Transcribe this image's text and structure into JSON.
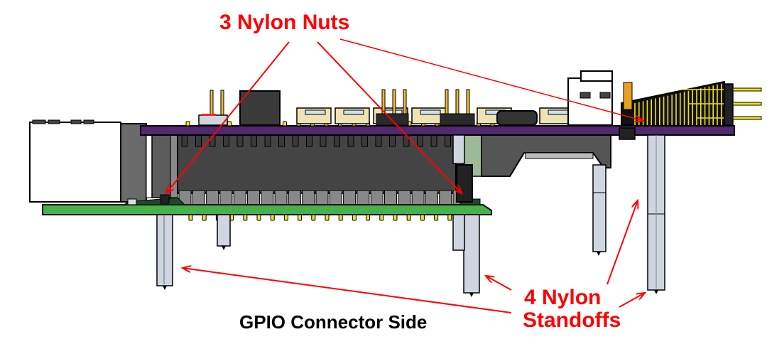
{
  "diagram": {
    "title": "Raspberry Pi add-on board stack - side view",
    "callouts": {
      "nuts": {
        "text": "3 Nylon Nuts",
        "count": 3,
        "color": "#ff0000"
      },
      "standoffs": {
        "line1": "4 Nylon",
        "line2": "Standoffs",
        "count": 4,
        "color": "#ff0000"
      },
      "gpio_side": {
        "text": "GPIO Connector Side",
        "color": "#000000"
      }
    },
    "components": {
      "top_board": {
        "name": "add-on board",
        "color": "#4f2a6e"
      },
      "bottom_board": {
        "name": "raspberry-pi board",
        "color": "#45b24a"
      },
      "gpio_header": {
        "name": "GPIO header",
        "color": "#444444"
      },
      "ethernet_jack": {
        "name": "ethernet/usb jack",
        "color": "#ffffff"
      },
      "standoff": {
        "name": "nylon standoff",
        "color": "#cfd6df"
      },
      "pins": {
        "color": "#f2e21a"
      }
    }
  }
}
